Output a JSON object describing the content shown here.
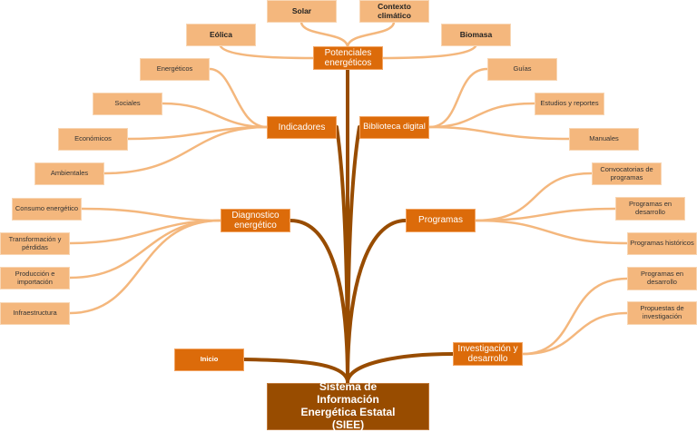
{
  "root": {
    "label": "Sistema de Información Energética Estatal (SIEE)"
  },
  "colors": {
    "root": "#984c00",
    "branch": "#dc6b0a",
    "leaf": "#f4b77d",
    "trunk": "#984c00",
    "twig": "#f4b77d"
  },
  "branches": {
    "potenciales": {
      "label": "Potenciales energéticos",
      "children": [
        "Eólica",
        "Solar",
        "Contexto climático",
        "Biomasa"
      ]
    },
    "indicadores": {
      "label": "Indicadores",
      "children": [
        "Energéticos",
        "Sociales",
        "Económicos",
        "Ambientales"
      ]
    },
    "biblioteca": {
      "label": "Biblioteca digital",
      "children": [
        "Guías",
        "Estudios y reportes",
        "Manuales"
      ]
    },
    "diagnostico": {
      "label": "Diagnostico energético",
      "children": [
        "Consumo energético",
        "Transformación y pérdidas",
        "Producción e importación",
        "Infraestructura"
      ]
    },
    "programas": {
      "label": "Programas",
      "children": [
        "Convocatorias de programas",
        "Programas en desarrollo",
        "Programas históricos"
      ]
    },
    "investigacion": {
      "label": "Investigación y desarrollo",
      "children": [
        "Programas en desarrollo",
        "Propuestas de investigación"
      ]
    },
    "inicio": {
      "label": "Inicio"
    }
  }
}
